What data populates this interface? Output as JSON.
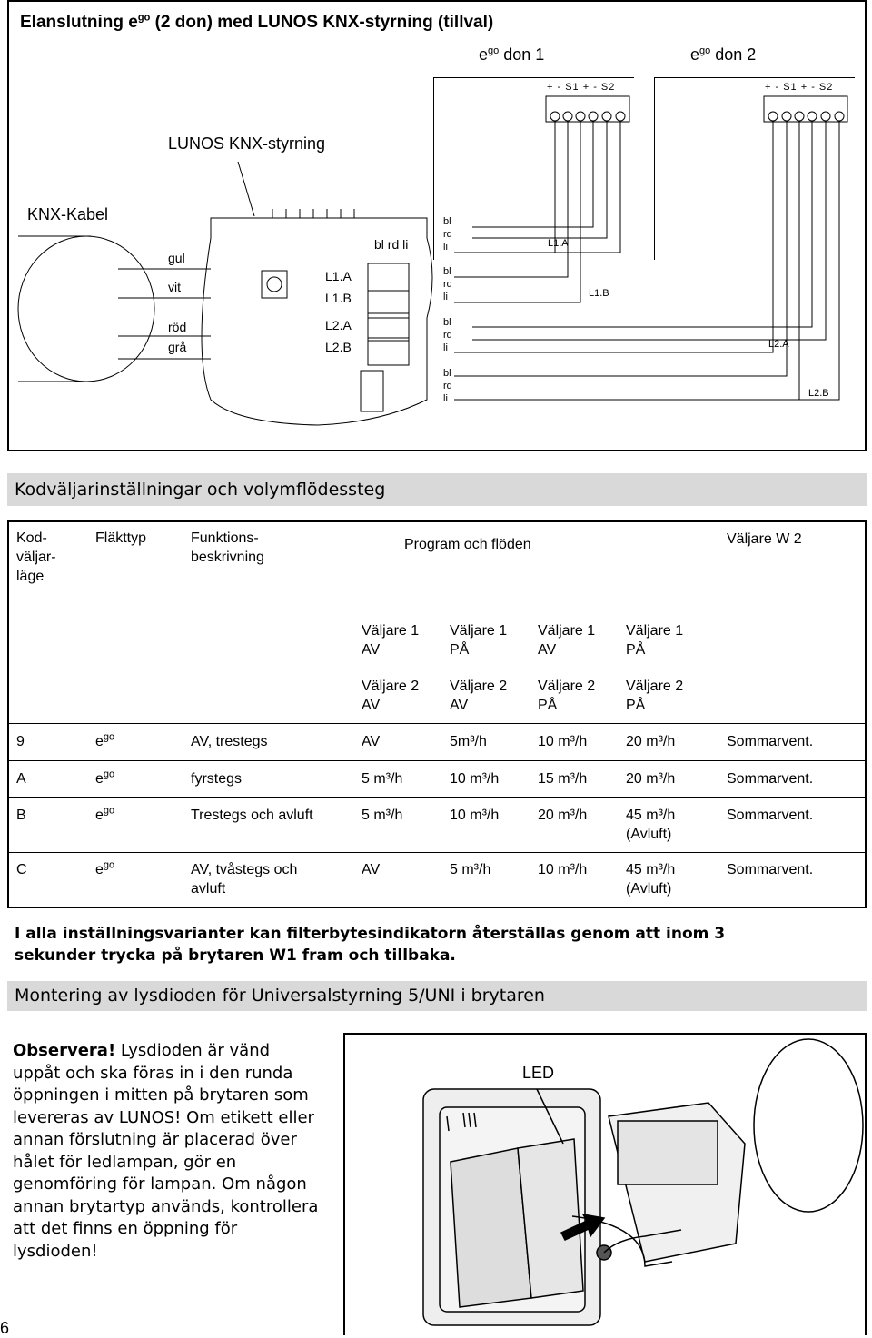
{
  "wiring": {
    "title_pre": "Elanslutning e",
    "title_sup": "go",
    "title_post": " (2 don) med LUNOS KNX-styrning (tillval)",
    "device1_pre": "e",
    "device1_sup": "go",
    "device1_post": " don 1",
    "device2_pre": "e",
    "device2_sup": "go",
    "device2_post": " don 2",
    "terminal_labels": "+ - S1 + - S2",
    "controller_label": "LUNOS KNX-styrning",
    "cable_label": "KNX-Kabel",
    "wire_colors": [
      "gul",
      "vit",
      "röd",
      "grå"
    ],
    "module_terminals": [
      "L1.A",
      "L1.B",
      "L2.A",
      "L2.B"
    ],
    "module_top": "bl rd li",
    "bl": "bl",
    "rd": "rd",
    "li": "li",
    "line_labels": [
      "L1.A",
      "L1.B",
      "L2.A",
      "L2.B"
    ]
  },
  "section1": {
    "title": "Kodväljarinställningar och volymflödessteg"
  },
  "table": {
    "h_kod": [
      "Kod-",
      "väljar-",
      "läge"
    ],
    "h_flakt": "Fläkttyp",
    "h_funk": [
      "Funktions-",
      "beskrivning"
    ],
    "h_prog": "Program och flöden",
    "h_w2": "Väljare W 2",
    "sub1": [
      [
        "Väljare 1",
        "AV"
      ],
      [
        "Väljare 1",
        "PÅ"
      ],
      [
        "Väljare 1",
        "AV"
      ],
      [
        "Väljare 1",
        "PÅ"
      ]
    ],
    "sub2": [
      [
        "Väljare 2",
        "AV"
      ],
      [
        "Väljare 2",
        "AV"
      ],
      [
        "Väljare 2",
        "PÅ"
      ],
      [
        "Väljare 2",
        "PÅ"
      ]
    ],
    "fan_pre": "e",
    "fan_sup": "go",
    "rows": [
      {
        "code": "9",
        "desc": [
          "AV, trestegs"
        ],
        "v": [
          [
            "AV"
          ],
          [
            "5m³/h"
          ],
          [
            "10 m³/h"
          ],
          [
            "20 m³/h"
          ]
        ],
        "w2": "Sommarvent."
      },
      {
        "code": "A",
        "desc": [
          "fyrstegs"
        ],
        "v": [
          [
            "5 m³/h"
          ],
          [
            "10 m³/h"
          ],
          [
            "15 m³/h"
          ],
          [
            "20 m³/h"
          ]
        ],
        "w2": "Sommarvent."
      },
      {
        "code": "B",
        "desc": [
          "Trestegs och avluft"
        ],
        "v": [
          [
            "5 m³/h"
          ],
          [
            "10 m³/h"
          ],
          [
            "20 m³/h"
          ],
          [
            "45 m³/h",
            "(Avluft)"
          ]
        ],
        "w2": "Sommarvent."
      },
      {
        "code": "C",
        "desc": [
          "AV, tvåstegs och",
          "avluft"
        ],
        "v": [
          [
            "AV"
          ],
          [
            "5 m³/h"
          ],
          [
            "10 m³/h"
          ],
          [
            "45 m³/h",
            "(Avluft)"
          ]
        ],
        "w2": "Sommarvent."
      }
    ]
  },
  "note": {
    "line1": "I alla inställningsvarianter kan filterbytesindikatorn återställas genom att inom 3",
    "line2": "sekunder trycka på brytaren W1 fram och tillbaka."
  },
  "section2": {
    "title": "Montering av lysdioden för Universalstyrning 5/UNI i brytaren"
  },
  "observe": {
    "bold": "Observera!",
    "text": " Lysdioden är vänd uppåt och ska föras in i den runda öppningen i mitten på brytaren som levereras av LUNOS! Om etikett eller annan förslutning är placerad över hålet för ledlampan, gör en genomföring för lampan. Om någon annan brytartyp används, kontrollera att det finns en öppning för lysdioden!"
  },
  "figure": {
    "led_label": "LED"
  },
  "page_number": "6"
}
